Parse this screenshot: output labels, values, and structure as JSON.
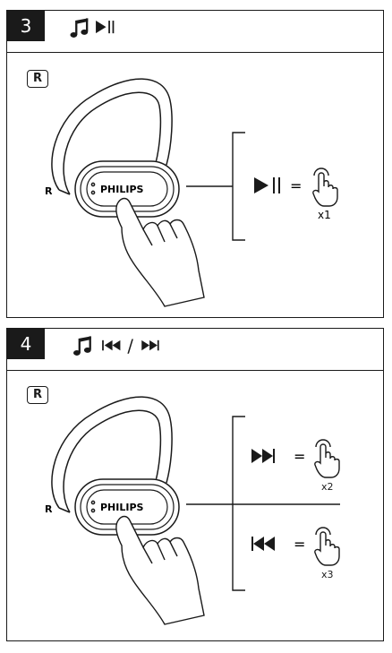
{
  "step3": {
    "number": "3",
    "side_label": "R",
    "earbud_side": "R",
    "brand": "PHILIPS",
    "action_equals": "=",
    "action_count": "x1",
    "icons": [
      "music-note-icon",
      "play-pause-icon"
    ]
  },
  "step4": {
    "number": "4",
    "side_label": "R",
    "earbud_side": "R",
    "brand": "PHILIPS",
    "separator": "/",
    "next_equals": "=",
    "next_count": "x2",
    "prev_equals": "=",
    "prev_count": "x3",
    "icons": [
      "music-note-icon",
      "previous-track-icon",
      "next-track-icon"
    ]
  },
  "colors": {
    "ink": "#1a1a1a",
    "paper": "#ffffff"
  }
}
